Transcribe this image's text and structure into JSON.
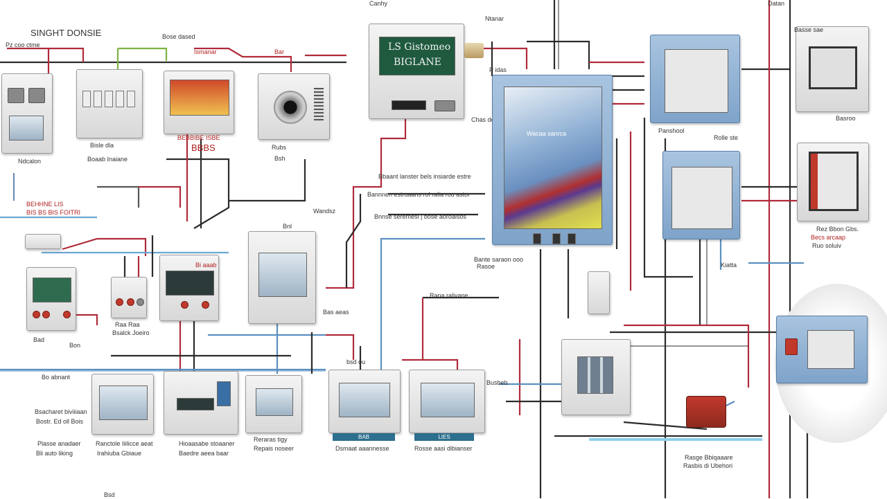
{
  "title": "SINGHT DONSIE",
  "labels": {
    "top_mid_a": "Canhy",
    "top_mid_b": "Ntanar",
    "top_right": "Datan",
    "sign_line1": "LS Gistomeo",
    "sign_line2": "BIGLANE",
    "pid_label": "P idas",
    "box_top_label": "Bnl",
    "box_mid_label": "Kiatta",
    "ch_label": "Chas dos",
    "left_sw_a": "Pz coo ctme",
    "left_sw_b": "Ndcalon",
    "panel_a_label": "Bose dased",
    "panel_a_sub": "Ismanar",
    "banner_label": "BEBBIBE ISBE",
    "banner_tag": "BBBS",
    "cam_label": "Rubs",
    "cam_sub": "Bsh",
    "mid_label_1": "BEHHNE LIS",
    "mid_label_2": "BIS BS BIS FOITRI",
    "note_1": "Bbaant lanster bels insiarde estre",
    "note_2": "Bannnen estruaans rol ralia rou astor",
    "note_3": "Bnnse seremesl | bose aoroalsos",
    "note_4": "Bante saraon ooo",
    "note_5": "Wandsz",
    "bottom_flow_a": "Rana ralivane",
    "bottom_flow_b": "Busbeb",
    "rt_label_1": "Panshool",
    "rt_label_2": "Rolle ste",
    "far_right_top": "Basse sae",
    "far_right_a": "Rez Bbon Gbs.",
    "far_right_b": "Becs arcaap",
    "far_right_c": "Ruo soluiv",
    "far_right_d": "Basroo",
    "bottom_left_1": "Bo abnant",
    "bottom_left_2": "Bsacharet biviiiaan",
    "bottom_left_3": "Bostr. Ed oll Bois",
    "bottom_left_4": "Plasse anadaer",
    "bottom_left_5": "Bli auto liking",
    "row1_a": "Bisle dla",
    "row1_b": "Boaab Inaiane",
    "mid_row_a": "Raa Raa",
    "mid_row_b": "Bsalck Joeiro",
    "mid_label_r": "Bi aaab",
    "unit_a": "Ranctole Iiilicce aeat",
    "unit_a_sub": "Irahiuba Gbiaue",
    "unit_b": "Hioaasabe stoaaner",
    "unit_b_sub": "Baedre aeea baar",
    "unit_c": "Reraras tigy",
    "unit_c_sub": "Repais noseer",
    "unit_d": "Dsmaat aaannesse",
    "unit_e": "Rosse aasi dibianser",
    "bottom_right_a": "Rasge Bbiqaaare",
    "bottom_right_b": "Rasbis di Ubehori",
    "tag_a": "BAB",
    "tag_b": "LIES",
    "small_a": "Bar",
    "small_b": "Bad",
    "small_c": "Bon",
    "small_d": "Bsd",
    "mid_small": "bsd ou",
    "side_small": "Bas aeas",
    "kiatta_small": "Rasoe",
    "panel_screen_text": "Wacaa sanrca"
  }
}
